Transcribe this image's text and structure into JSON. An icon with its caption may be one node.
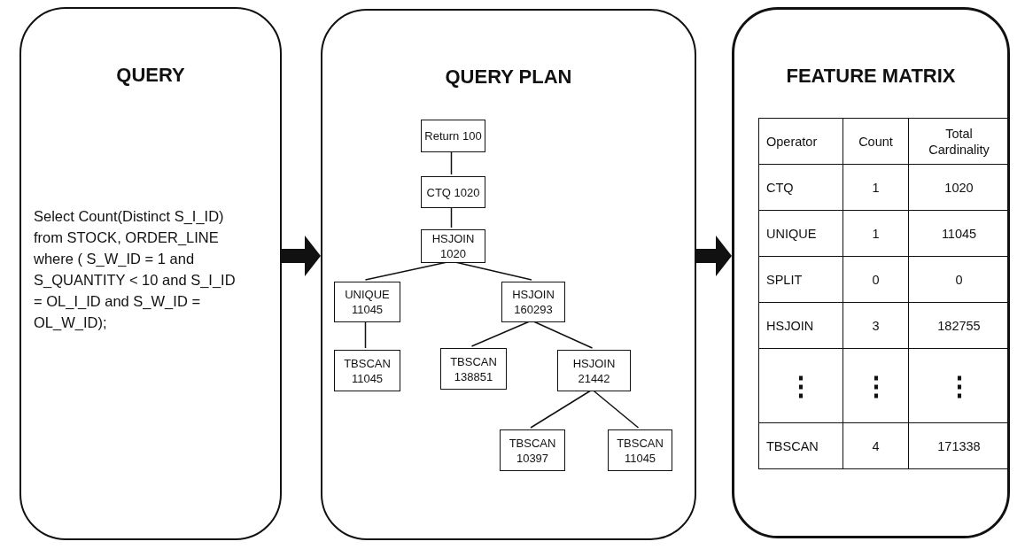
{
  "diagram": {
    "nodes": [
      {
        "text": [
          "QUERY",
          "Select Count(Distinct S_I_ID) from STOCK, ORDER_LINE where ( S_W_ID = 1 and S_QUANTITY < 10 and S_I_ID = OL_I_ID and S_W_ID = OL_W_ID);"
        ]
      },
      {
        "text": [
          "QUERY PLAN"
        ]
      },
      {
        "text": [
          "Return 100"
        ],
        "in": 1
      },
      {
        "text": [
          "CTQ 1020"
        ],
        "in": 1
      },
      {
        "text": [
          "HSJOIN 1020"
        ],
        "in": 1
      },
      {
        "text": [
          "UNIQUE 11045"
        ],
        "in": 1
      },
      {
        "text": [
          "HSJOIN 160293"
        ],
        "in": 1
      },
      {
        "text": [
          "TBSCAN 11045"
        ],
        "in": 1
      },
      {
        "text": [
          "TBSCAN 138851"
        ],
        "in": 1
      },
      {
        "text": [
          "HSJOIN 21442"
        ],
        "in": 1
      },
      {
        "text": [
          "TBSCAN 10397"
        ],
        "in": 1
      },
      {
        "text": [
          "TBSCAN 11045"
        ],
        "in": 1
      },
      {
        "text": [
          "FEATURE MATRIX"
        ]
      }
    ],
    "edges": [
      {
        "from": 0,
        "to": 1,
        "arrow": "to",
        "style": "thick"
      },
      {
        "from": 1,
        "to": 12,
        "arrow": "to",
        "style": "thick"
      },
      {
        "from": 2,
        "to": 3,
        "arrow": "none"
      },
      {
        "from": 3,
        "to": 4,
        "arrow": "none"
      },
      {
        "from": 4,
        "to": 5,
        "arrow": "none"
      },
      {
        "from": 4,
        "to": 6,
        "arrow": "none"
      },
      {
        "from": 5,
        "to": 7,
        "arrow": "none"
      },
      {
        "from": 6,
        "to": 8,
        "arrow": "none"
      },
      {
        "from": 6,
        "to": 9,
        "arrow": "none"
      },
      {
        "from": 9,
        "to": 10,
        "arrow": "none"
      },
      {
        "from": 9,
        "to": 11,
        "arrow": "none"
      }
    ],
    "labels": [
      "Operator",
      "Count",
      "Total Cardinality",
      "CTQ",
      "1",
      "1020",
      "UNIQUE",
      "1",
      "11045",
      "SPLIT",
      "0",
      "0",
      "HSJOIN",
      "3",
      "182755",
      "⋮",
      "⋮",
      "⋮",
      "TBSCAN",
      "4",
      "171338"
    ]
  }
}
